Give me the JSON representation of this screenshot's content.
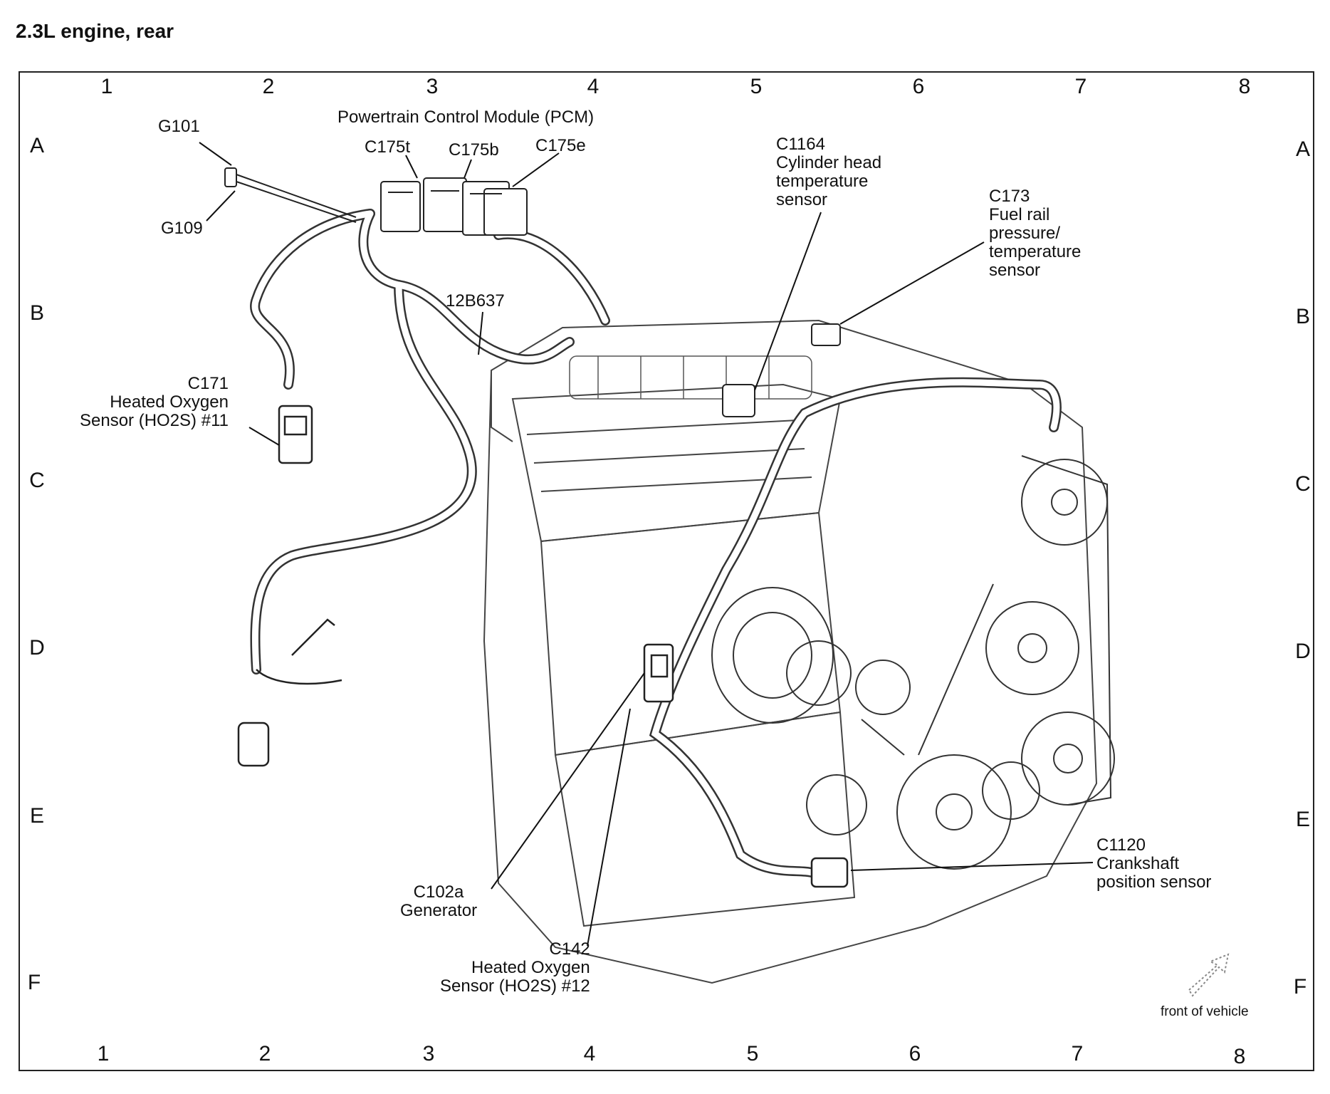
{
  "title": "2.3L engine, rear",
  "grid": {
    "columns": [
      "1",
      "2",
      "3",
      "4",
      "5",
      "6",
      "7",
      "8"
    ],
    "rows": [
      "A",
      "B",
      "C",
      "D",
      "E",
      "F"
    ]
  },
  "callouts": {
    "pcm": "Powertrain Control Module (PCM)",
    "g101": "G101",
    "g109": "G109",
    "c175t": "C175t",
    "c175b": "C175b",
    "c175e": "C175e",
    "c1164": "C1164\nCylinder head\ntemperature\nsensor",
    "c173": "C173\nFuel rail\npressure/\ntemperature\nsensor",
    "b12b637": "12B637",
    "c171": "C171\nHeated Oxygen\nSensor (HO2S) #11",
    "c102a": "C102a\nGenerator",
    "c142": "C142\nHeated Oxygen\nSensor (HO2S) #12",
    "c1120": "C1120\nCrankshaft\nposition sensor"
  },
  "orientation_label": "front of vehicle",
  "colors": {
    "line": "#222222",
    "drawing": "#444444"
  }
}
